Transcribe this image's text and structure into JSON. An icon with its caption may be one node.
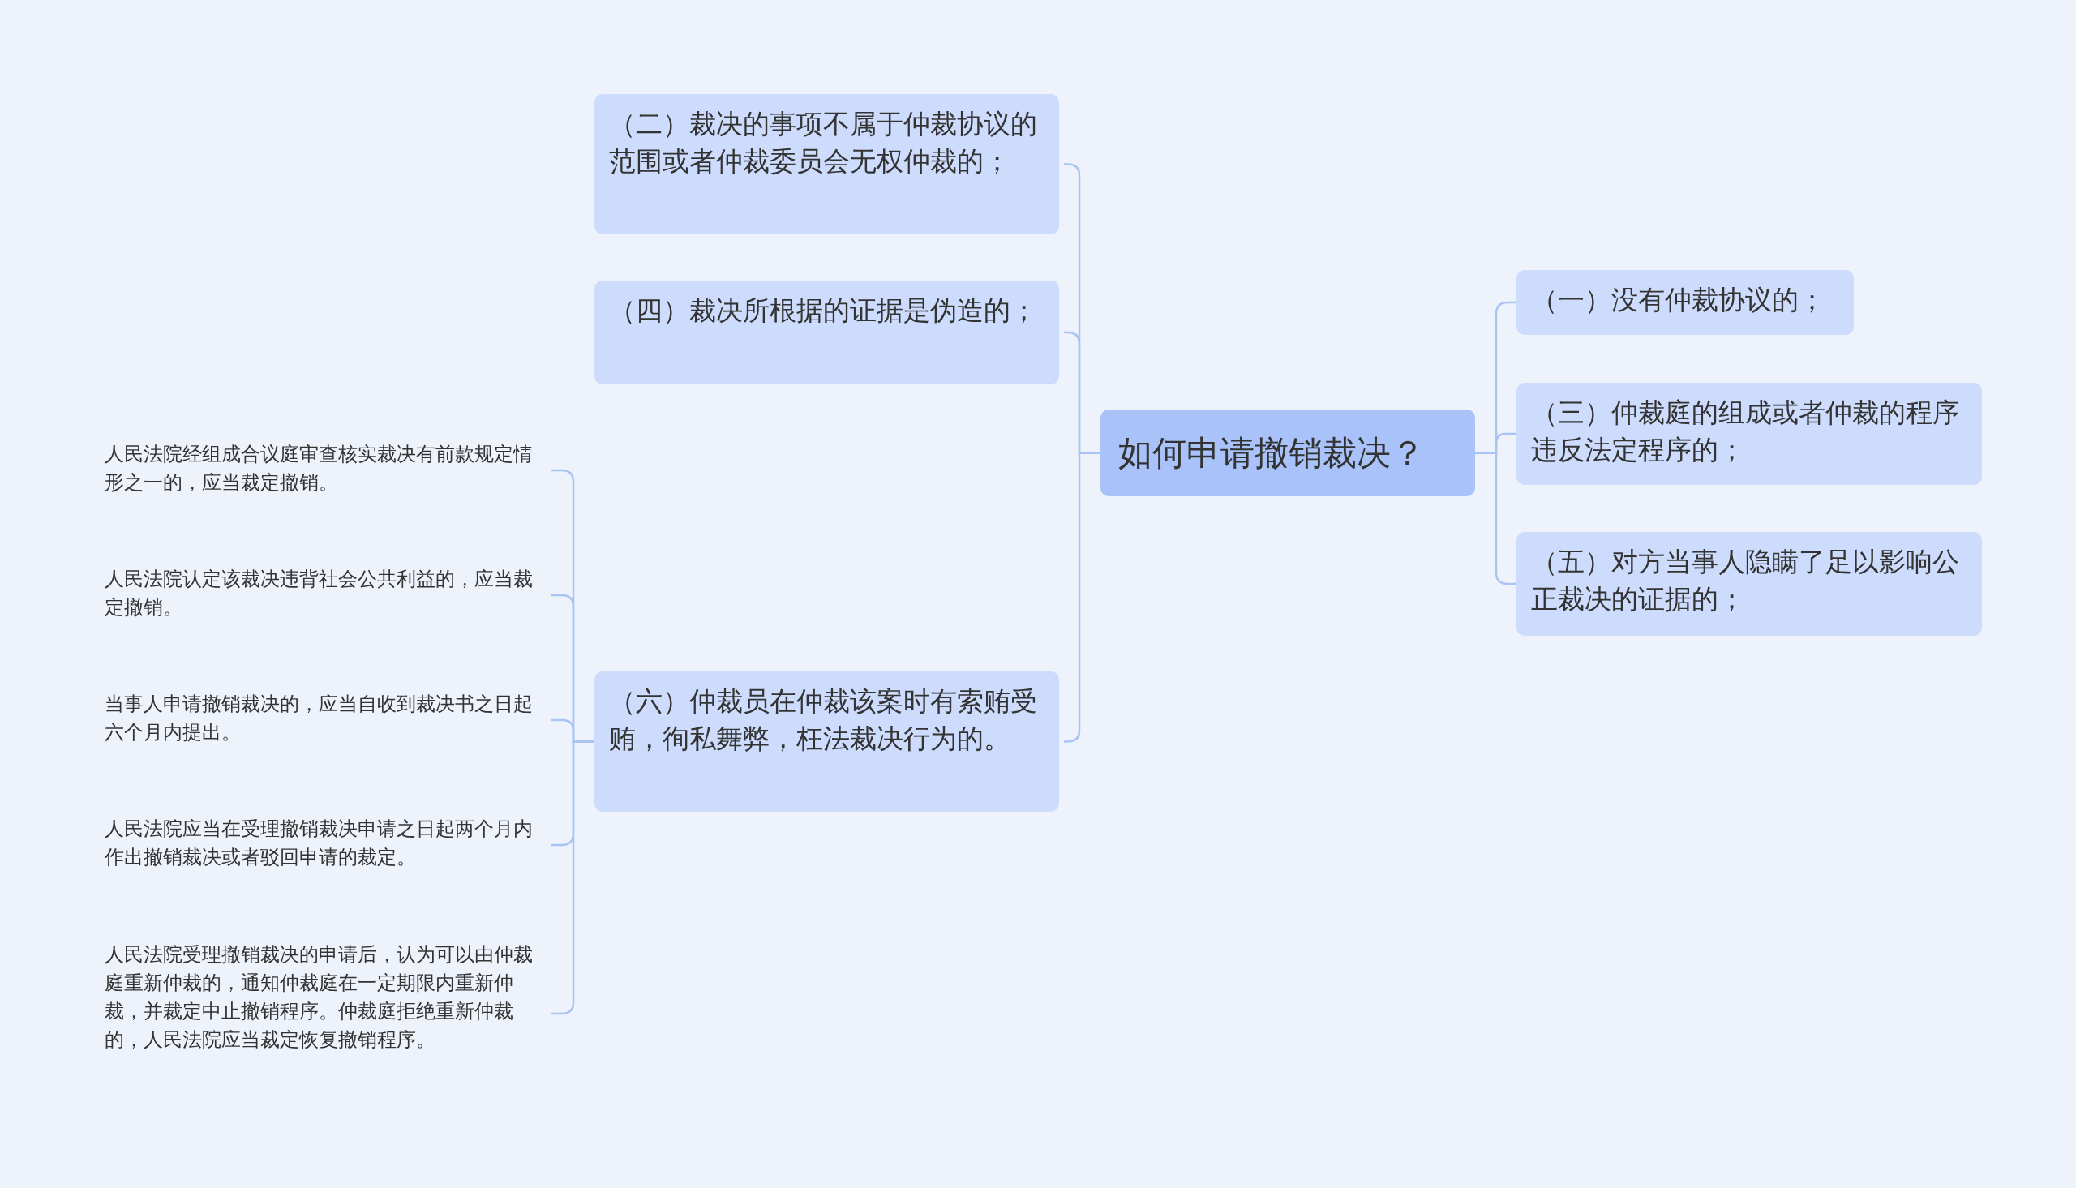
{
  "diagram": {
    "nodes": [
      {
        "text": [
          "如何申请撤销裁决？"
        ]
      },
      {
        "text": [
          "（二）裁决的事项不属于仲裁协议的范围或者仲裁委员会无权仲裁的；"
        ]
      },
      {
        "text": [
          "（四）裁决所根据的证据是伪造的；"
        ]
      },
      {
        "text": [
          "（六）仲裁员在仲裁该案时有索贿受贿，徇私舞弊，枉法裁决行为的。"
        ]
      },
      {
        "text": [
          "人民法院经组成合议庭审查核实裁决有前款规定情形之一的，应当裁定撤销。"
        ]
      },
      {
        "text": [
          "人民法院认定该裁决违背社会公共利益的，应当裁定撤销。"
        ]
      },
      {
        "text": [
          "当事人申请撤销裁决的，应当自收到裁决书之日起六个月内提出。"
        ]
      },
      {
        "text": [
          "人民法院应当在受理撤销裁决申请之日起两个月内作出撤销裁决或者驳回申请的裁定。"
        ]
      },
      {
        "text": [
          "人民法院受理撤销裁决的申请后，认为可以由仲裁庭重新仲裁的，通知仲裁庭在一定期限内重新仲裁，并裁定中止撤销程序。仲裁庭拒绝重新仲裁的，人民法院应当裁定恢复撤销程序。"
        ]
      },
      {
        "text": [
          "（一）没有仲裁协议的；"
        ]
      },
      {
        "text": [
          "（三）仲裁庭的组成或者仲裁的程序违反法定程序的；"
        ]
      },
      {
        "text": [
          "（五）对方当事人隐瞒了足以影响公正裁决的证据的；"
        ]
      }
    ],
    "edges": [
      {
        "from": 0,
        "to": 1,
        "arrow": "none"
      },
      {
        "from": 0,
        "to": 2,
        "arrow": "none"
      },
      {
        "from": 0,
        "to": 3,
        "arrow": "none"
      },
      {
        "from": 3,
        "to": 4,
        "arrow": "none"
      },
      {
        "from": 3,
        "to": 5,
        "arrow": "none"
      },
      {
        "from": 3,
        "to": 6,
        "arrow": "none"
      },
      {
        "from": 3,
        "to": 7,
        "arrow": "none"
      },
      {
        "from": 3,
        "to": 8,
        "arrow": "none"
      },
      {
        "from": 0,
        "to": 9,
        "arrow": "none"
      },
      {
        "from": 0,
        "to": 10,
        "arrow": "none"
      },
      {
        "from": 0,
        "to": 11,
        "arrow": "none"
      }
    ]
  }
}
